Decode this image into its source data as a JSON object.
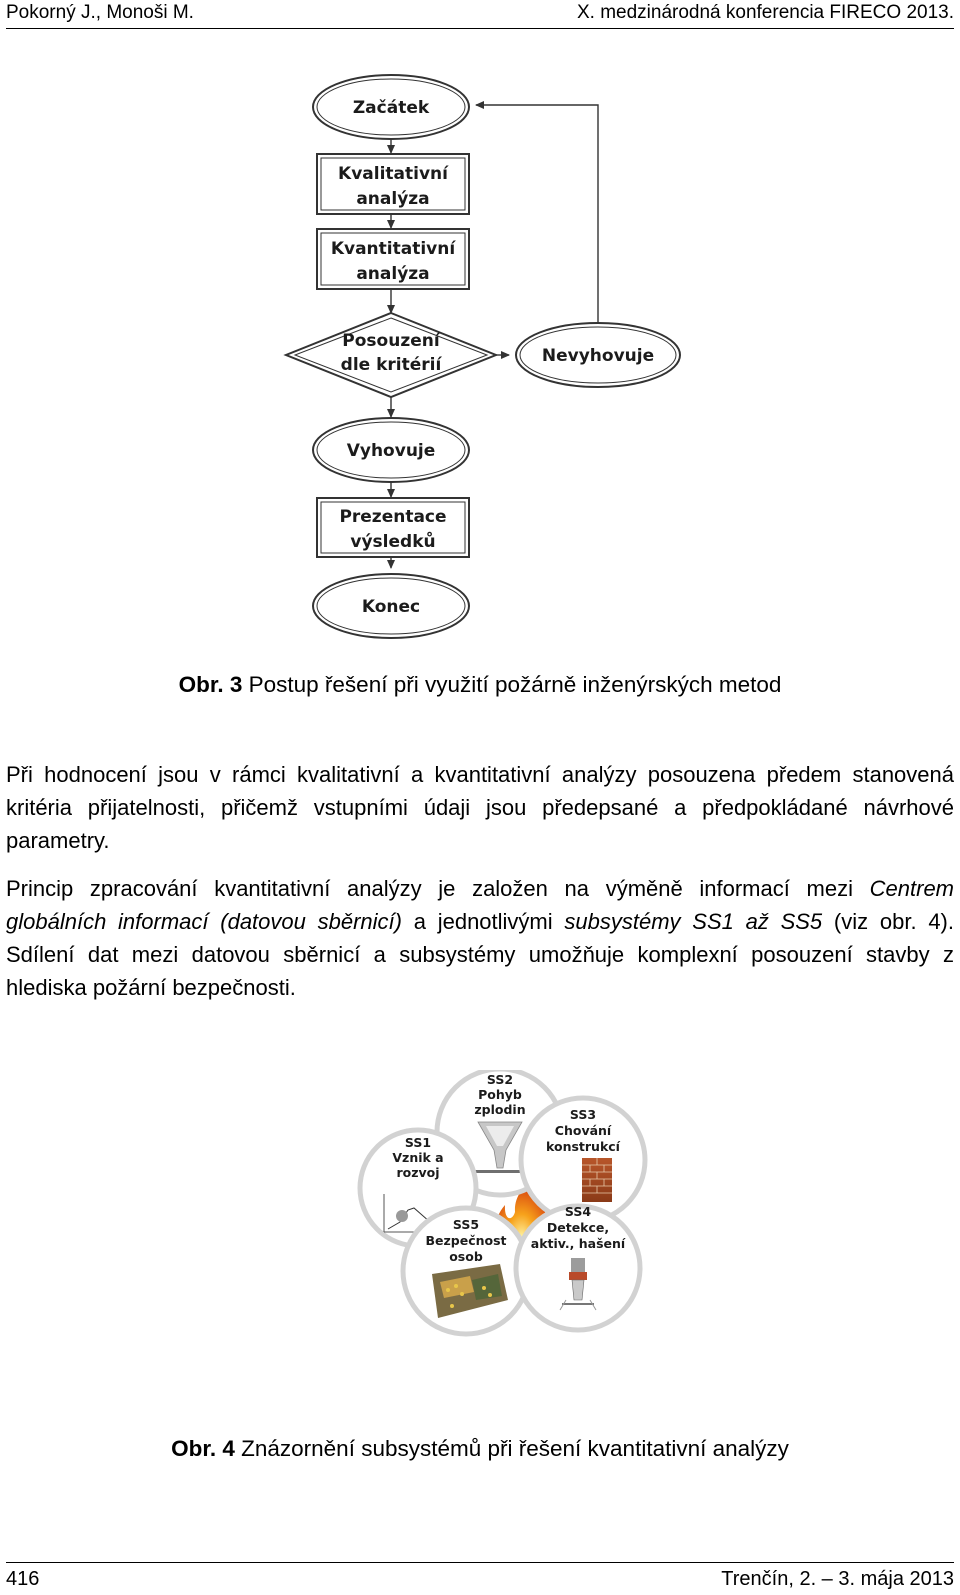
{
  "header": {
    "authors": "Pokorný J., Monoši M.",
    "conference": "X. medzinárodná konferencia FIRECO 2013."
  },
  "flowchart": {
    "start": "Začátek",
    "qual_line1": "Kvalitativní",
    "qual_line2": "analýza",
    "quant_line1": "Kvantitativní",
    "quant_line2": "analýza",
    "decision_line1": "Posouzení",
    "decision_line2": "dle kritérií",
    "fail": "Nevyhovuje",
    "pass": "Vyhovuje",
    "present_line1": "Prezentace",
    "present_line2": "výsledků",
    "end": "Konec"
  },
  "figure3_caption": {
    "label": "Obr. 3",
    "text": " Postup řešení při využití požárně inženýrských metod"
  },
  "paragraph1": "Při hodnocení jsou v rámci kvalitativní a kvantitativní analýzy posouzena předem stanovená kritéria přijatelnosti, přičemž vstupními údaji jsou předepsané a předpokládané návrhové parametry.",
  "paragraph2": {
    "part1": "Princip zpracování kvantitativní analýzy je založen na výměně informací mezi ",
    "italic1": "Centrem globálních informací (datovou sběrnicí)",
    "part2": " a jednotlivými ",
    "italic2": "subsystémy SS1 až SS5",
    "part3": " (viz obr. 4). Sdílení dat mezi datovou sběrnicí a subsystémy umožňuje komplexní posouzení stavby z hlediska požární bezpečnosti."
  },
  "subsystems": {
    "ss1": {
      "code": "SS1",
      "line1": "Vznik a",
      "line2": "rozvoj"
    },
    "ss2": {
      "code": "SS2",
      "line1": "Pohyb",
      "line2": "zplodin"
    },
    "ss3": {
      "code": "SS3",
      "line1": "Chování",
      "line2": "konstrukcí"
    },
    "ss4": {
      "code": "SS4",
      "line1": "Detekce,",
      "line2": "aktiv., hašení"
    },
    "ss5": {
      "code": "SS5",
      "line1": "Bezpečnost",
      "line2": "osob"
    }
  },
  "figure4_caption": {
    "label": "Obr. 4",
    "text": " Znázornění subsystémů při řešení kvantitativní analýzy"
  },
  "footer": {
    "page": "416",
    "place_date": "Trenčín, 2. – 3. mája 2013"
  }
}
